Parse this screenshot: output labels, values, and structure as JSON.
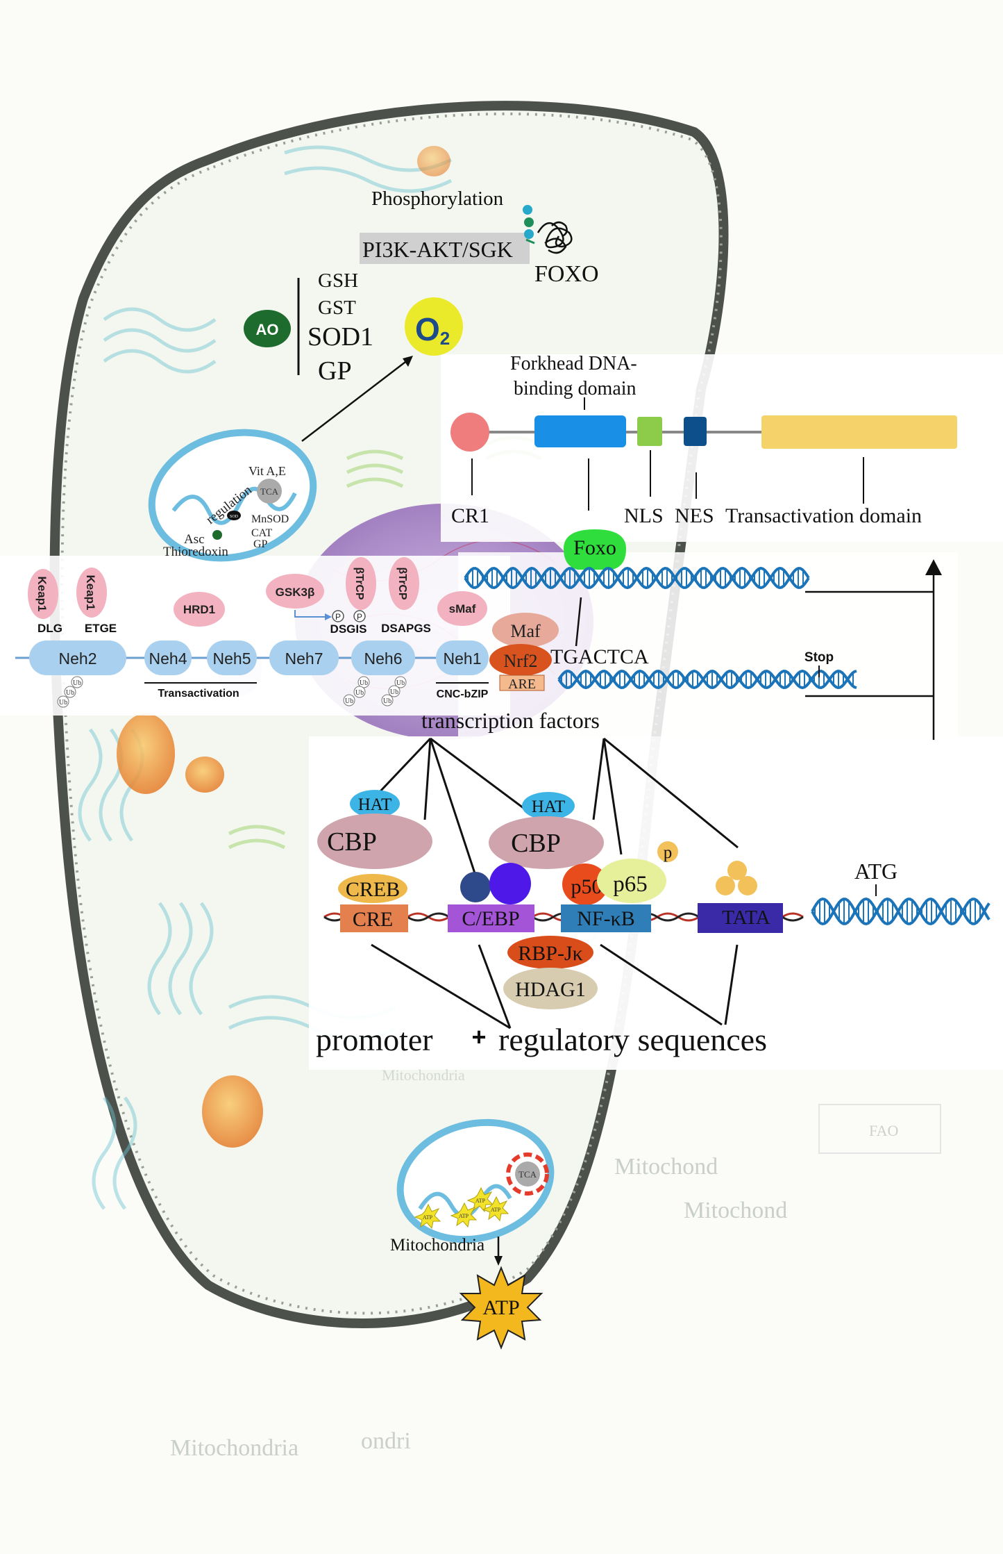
{
  "colors": {
    "cell_border": "#3a3f3a",
    "nucleus": "#8e63b6",
    "cr1": "#f07d7d",
    "forkhead": "#1a8fe6",
    "nls": "#8ccc4a",
    "nes": "#0d4f8a",
    "transactivation": "#f6d36a",
    "foxo_green": "#2fdd3c",
    "neh_blue": "#a9d0ee",
    "pink": "#f2b2c0",
    "cbp": "#cfa4ad",
    "hat": "#3cb4e6",
    "creb": "#eeb84a",
    "cre": "#e3804e",
    "cebp": "#a454d6",
    "nfkb": "#2f7eb8",
    "tata": "#3a2aa8",
    "p50": "#e84b1c",
    "p65": "#e6ef9a",
    "rbp": "#d94d1b",
    "hdag1": "#d8ccb0",
    "dna": "#1b73b8",
    "atp": "#f4b81f",
    "ao": "#1e6b2e",
    "o2": "#eaea2a"
  },
  "icons": [
    "dna-helix-icon",
    "foxo-protein-icon",
    "atp-star-icon",
    "mitochondrion-icon",
    "tca-cycle-icon"
  ],
  "top": {
    "phosphorylation": "Phosphorylation",
    "pathway": "PI3K-AKT/SGK",
    "foxo": "FOXO"
  },
  "antioxidants": {
    "ao": "AO",
    "items": [
      "GSH",
      "GST",
      "SOD1",
      "GP"
    ],
    "o2": "O",
    "o2_sub": "2"
  },
  "mito_top": {
    "vit": "Vit A,E",
    "tca": "TCA",
    "regulation": "regulation",
    "sod": "SOD",
    "mnsod": "MnSOD",
    "cat": "CAT",
    "gp": "GP",
    "asc": "Asc",
    "thioredoxin": "Thioredoxin"
  },
  "foxo_domains": {
    "forkhead_label_1": "Forkhead DNA-",
    "forkhead_label_2": "binding domain",
    "cr1": "CR1",
    "nls": "NLS",
    "nes": "NES",
    "transactivation": "Transactivation domain",
    "foxo_protein": "Foxo"
  },
  "nrf2": {
    "keap1_a": "Keap1",
    "keap1_b": "Keap1",
    "dlg": "DLG",
    "etge": "ETGE",
    "hrd1": "HRD1",
    "gsk3b": "GSK3β",
    "btrcp_a": "βTrCP",
    "btrcp_b": "βTrCP",
    "smaf": "sMaf",
    "p": "P",
    "dsgis": "DSGIS",
    "dsapgs": "DSAPGS",
    "neh2": "Neh2",
    "neh4": "Neh4",
    "neh5": "Neh5",
    "neh7": "Neh7",
    "neh6": "Neh6",
    "neh1": "Neh1",
    "transactivation": "Transactivation",
    "cnc": "CNC-bZIP",
    "ub": "Ub",
    "maf": "Maf",
    "nrf2": "Nrf2",
    "are": "ARE",
    "tgactca": "TGACTCA",
    "stop": "Stop"
  },
  "tf": {
    "title": "transcription factors",
    "hat_1": "HAT",
    "hat_2": "HAT",
    "cbp_1": "CBP",
    "cbp_2": "CBP",
    "creb": "CREB",
    "cre": "CRE",
    "cebp": "C/EBP",
    "p50": "p50",
    "p65": "p65",
    "p": "p",
    "nfkb": "NF-κB",
    "tata": "TATA",
    "rbp": "RBP-Jκ",
    "hdag1": "HDAG1",
    "atg": "ATG",
    "promoter": "promoter",
    "plus": "+",
    "regulatory": "regulatory sequences"
  },
  "mito_bottom": {
    "tca": "TCA",
    "atp_small": "ATP",
    "label": "Mitochondria",
    "atp": "ATP"
  },
  "faded": {
    "mitochondria_1": "Mitochondria",
    "mitochondria_2": "Mitochondria",
    "mitochond_1": "Mitochond",
    "mitochond_2": "Mitochond",
    "ondri": "ondri",
    "fao": "FAO"
  }
}
